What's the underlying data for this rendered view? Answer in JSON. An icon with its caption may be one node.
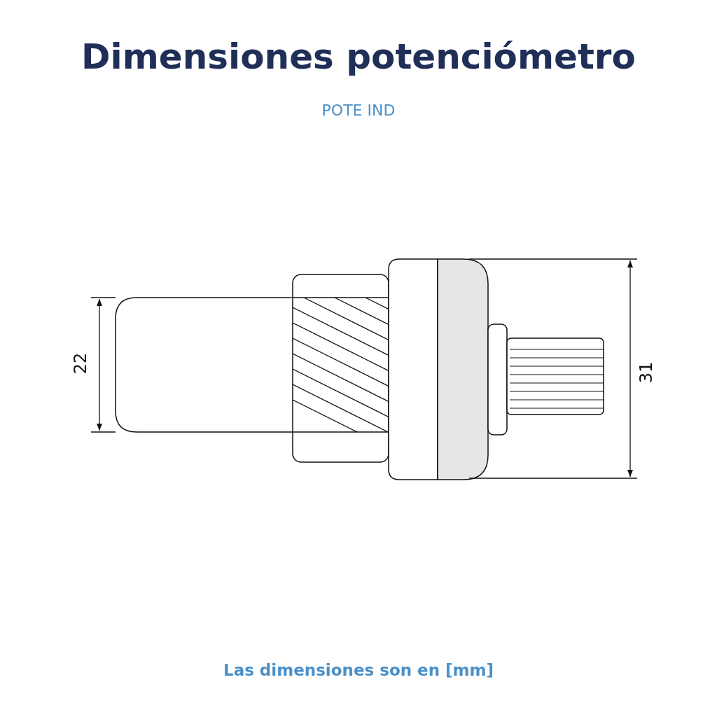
{
  "diagram": {
    "title": "Dimensiones potenciómetro",
    "caption": "Las dimensiones son en [mm]",
    "labels": [
      "POTE IND",
      "22",
      "31"
    ]
  }
}
